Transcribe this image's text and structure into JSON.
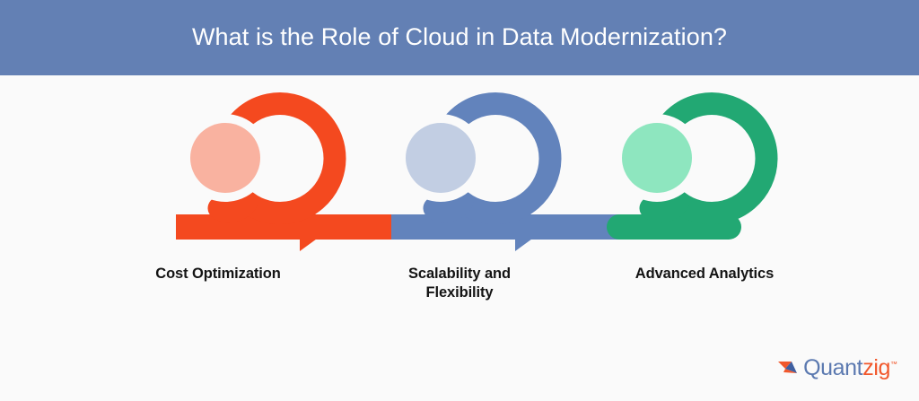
{
  "header": {
    "title": "What is the Role of Cloud in Data Modernization?",
    "background_color": "#6380b4",
    "text_color": "#ffffff"
  },
  "page": {
    "background_color": "#fafafa",
    "label_color": "#141414"
  },
  "diagram": {
    "type": "process-flow",
    "orientation": "horizontal-left-to-right",
    "step_count": 3,
    "steps": [
      {
        "index": 1,
        "label": "Cost Optimization",
        "label_lines": [
          "Cost Optimization"
        ],
        "ring_color": "#f4491f",
        "inner_circle_color": "#f9b2a0",
        "connector_color": "#f4491f",
        "connector_end": "arrowhead",
        "icon": "swirl-ring-arrow-icon"
      },
      {
        "index": 2,
        "label": "Scalability and Flexibility",
        "label_lines": [
          "Scalability and",
          "Flexibility"
        ],
        "ring_color": "#6283bc",
        "inner_circle_color": "#c2cee3",
        "connector_color": "#6283bc",
        "connector_end": "arrowhead",
        "icon": "swirl-ring-arrow-icon"
      },
      {
        "index": 3,
        "label": "Advanced Analytics",
        "label_lines": [
          "Advanced Analytics"
        ],
        "ring_color": "#22a873",
        "inner_circle_color": "#8ee6bf",
        "connector_color": "#22a873",
        "connector_end": "rounded-cap",
        "icon": "swirl-ring-icon"
      }
    ]
  },
  "brand": {
    "name": "Quantzig",
    "name_primary": "Quant",
    "name_accent": "zig",
    "trademark_symbol": "™",
    "primary_color": "#5b79b0",
    "accent_color": "#f1582c",
    "mark_icon": "quantzig-arrow-mark-icon"
  }
}
